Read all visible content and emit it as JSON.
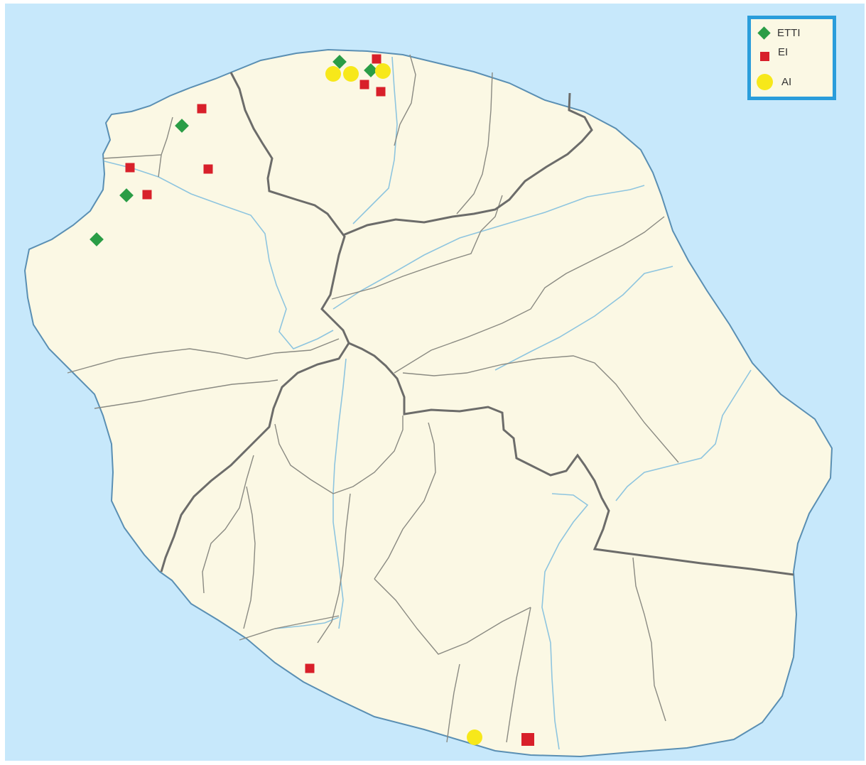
{
  "map": {
    "colors": {
      "sea": "#c7e8fb",
      "land": "#fbf8e4",
      "coast": "#5a8fb3",
      "commune_border": "#8a8a82",
      "arrondissement_border": "#6c6c6a",
      "river": "#8ec5df",
      "legend_border": "#2a9ddb"
    }
  },
  "legend": {
    "items": [
      {
        "key": "etti",
        "label": "ETTI",
        "shape": "diamond",
        "color": "#2a9d46",
        "icon": "green-diamond-icon"
      },
      {
        "key": "ei",
        "label": "EI",
        "shape": "square",
        "color": "#d8202a",
        "icon": "red-square-icon"
      },
      {
        "key": "ai",
        "label": "AI",
        "shape": "circle",
        "color": "#f7e81a",
        "icon": "yellow-circle-icon"
      }
    ]
  }
}
